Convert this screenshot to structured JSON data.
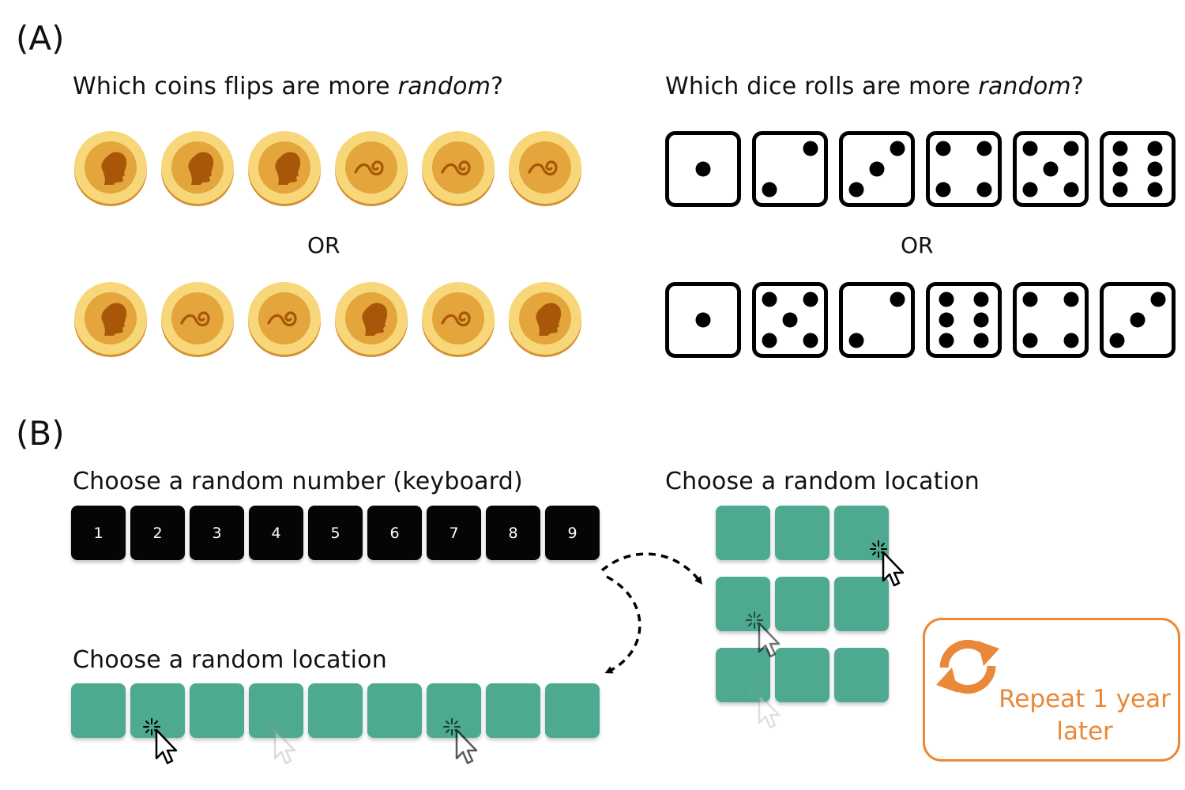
{
  "panels": {
    "a_label": "(A)",
    "b_label": "(B)"
  },
  "coins": {
    "question_prefix": "Which coins flips are more ",
    "question_emphasis": "random",
    "question_suffix": "?",
    "or_label": "OR",
    "sequence_1": [
      "heads",
      "heads",
      "heads",
      "tails",
      "tails",
      "tails"
    ],
    "sequence_2": [
      "heads",
      "tails",
      "tails",
      "heads",
      "tails",
      "heads"
    ]
  },
  "dice": {
    "question_prefix": "Which dice rolls are more ",
    "question_emphasis": "random",
    "question_suffix": "?",
    "or_label": "OR",
    "sequence_1": [
      1,
      2,
      3,
      4,
      5,
      6
    ],
    "sequence_2": [
      1,
      5,
      2,
      6,
      4,
      3
    ]
  },
  "number_task": {
    "heading": "Choose a random number (keyboard)",
    "keys": [
      "1",
      "2",
      "3",
      "4",
      "5",
      "6",
      "7",
      "8",
      "9"
    ]
  },
  "linear_location_task": {
    "heading": "Choose a random location",
    "tile_count": 9
  },
  "grid_location_task": {
    "heading": "Choose a random location",
    "rows": 3,
    "cols": 3
  },
  "repeat": {
    "text": "Repeat 1 year later"
  },
  "colors": {
    "coin_rim": "#f8d77a",
    "coin_face": "#e3a53c",
    "coin_edge": "#d49030",
    "coin_symbol": "#a85708",
    "tile": "#4daa91",
    "key": "#050505",
    "accent": "#e98838"
  },
  "icons": {
    "coin_heads": "profile-head-icon",
    "coin_tails": "swirl-icon",
    "cursor": "click-cursor-icon",
    "repeat": "circular-arrows-icon"
  }
}
